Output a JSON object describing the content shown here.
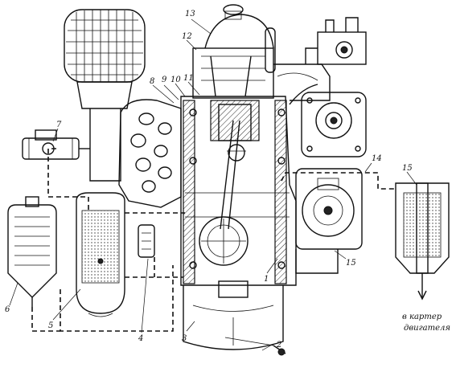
{
  "diagram": {
    "callouts": [
      {
        "id": "c1",
        "text": "1"
      },
      {
        "id": "c2",
        "text": "2"
      },
      {
        "id": "c3",
        "text": "3"
      },
      {
        "id": "c4",
        "text": "4"
      },
      {
        "id": "c5",
        "text": "5"
      },
      {
        "id": "c6",
        "text": "6"
      },
      {
        "id": "c7",
        "text": "7"
      },
      {
        "id": "c8",
        "text": "8"
      },
      {
        "id": "c9",
        "text": "9"
      },
      {
        "id": "c10",
        "text": "10"
      },
      {
        "id": "c11",
        "text": "11"
      },
      {
        "id": "c12",
        "text": "12"
      },
      {
        "id": "c13",
        "text": "13"
      },
      {
        "id": "c14",
        "text": "14"
      },
      {
        "id": "c15",
        "text": "15"
      },
      {
        "id": "c15b",
        "text": "15"
      }
    ],
    "caption_lines": [
      "в картер",
      "двигателя"
    ]
  }
}
